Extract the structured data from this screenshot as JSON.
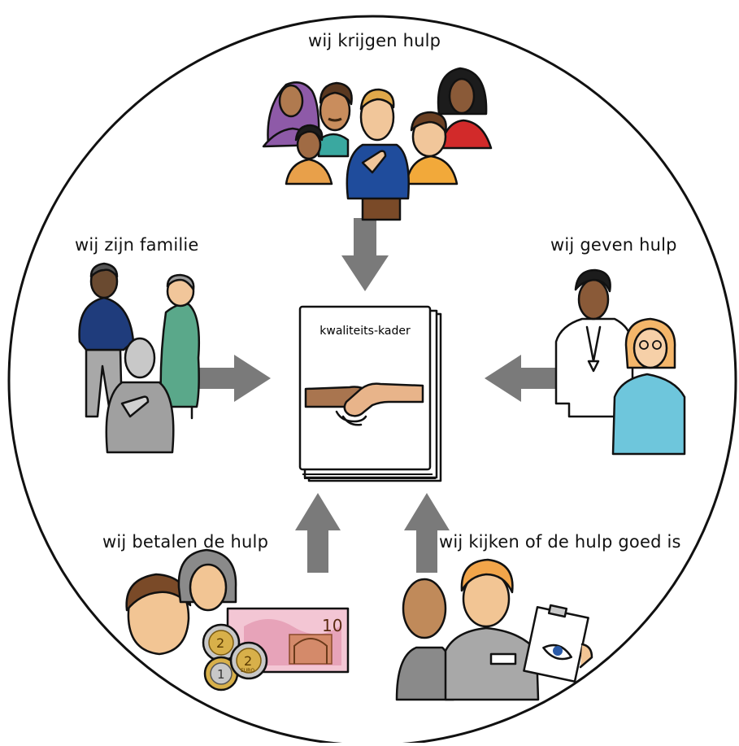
{
  "labels": {
    "top": "wij krijgen hulp",
    "left": "wij zijn familie",
    "right": "wij geven hulp",
    "bottom_left": "wij betalen de hulp",
    "bottom_right": "wij kijken of de hulp goed is"
  },
  "book": {
    "title": "kwaliteits-kader"
  },
  "banknote": {
    "denomination": "10"
  },
  "coins": {
    "two": "2",
    "one": "1",
    "euro_mark": "EURO"
  },
  "colors": {
    "arrow": "#7a7a7a",
    "circle": "#111111"
  }
}
